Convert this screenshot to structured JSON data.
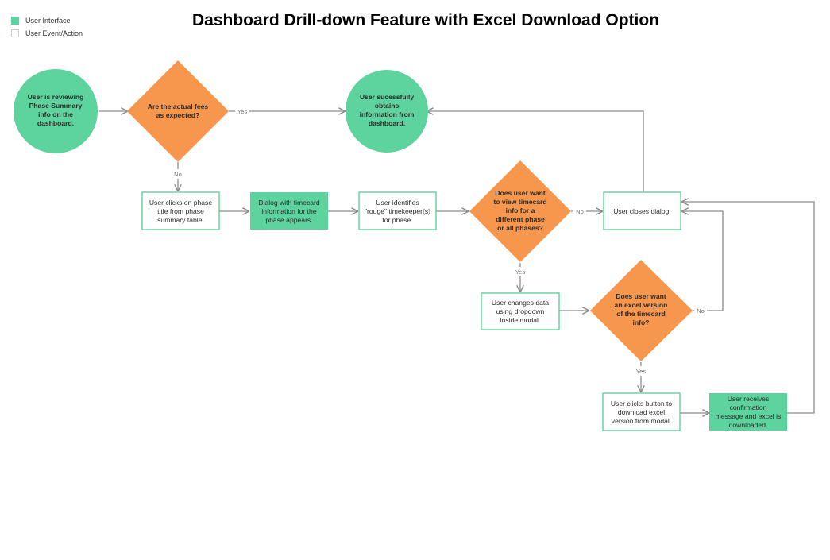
{
  "title": "Dashboard Drill-down Feature with Excel Download Option",
  "legend": [
    {
      "label": "User Interface",
      "style": "filled"
    },
    {
      "label": "User Event/Action",
      "style": "outline"
    }
  ],
  "colors": {
    "ui_green": "#5dd39e",
    "decision_orange": "#f6974d",
    "action_border": "#5dd39e",
    "edge": "#8d8d8d"
  },
  "nodes": {
    "start": {
      "type": "ui-circle",
      "lines": [
        "User is reviewing",
        "Phase Summary",
        "info on the",
        "dashboard."
      ]
    },
    "fees_decision": {
      "type": "decision",
      "lines": [
        "Are the actual fees",
        "as expected?"
      ]
    },
    "success": {
      "type": "ui-circle",
      "lines": [
        "User sucessfully",
        "obtains",
        "information from",
        "dashboard."
      ]
    },
    "click_phase": {
      "type": "action",
      "lines": [
        "User clicks on phase",
        "title from phase",
        "summary table."
      ]
    },
    "dialog_appears": {
      "type": "ui",
      "lines": [
        "Dialog with timecard",
        "information for the",
        "phase appears."
      ]
    },
    "identify_rogue": {
      "type": "action",
      "lines": [
        "User identifies",
        "\"rouge\" timekeeper(s)",
        "for phase."
      ]
    },
    "other_phase_decision": {
      "type": "decision",
      "lines": [
        "Does user want",
        "to view timecard",
        "info for a",
        "different phase",
        "or all phases?"
      ]
    },
    "close_dialog": {
      "type": "action",
      "lines": [
        "User closes dialog."
      ]
    },
    "change_data": {
      "type": "action",
      "lines": [
        "User changes data",
        "using dropdown",
        "inside modal."
      ]
    },
    "excel_decision": {
      "type": "decision",
      "lines": [
        "Does user want",
        "an excel version",
        "of the timecard",
        "info?"
      ]
    },
    "click_download": {
      "type": "action",
      "lines": [
        "User clicks button to",
        "download excel",
        "version from modal."
      ]
    },
    "confirmation": {
      "type": "ui",
      "lines": [
        "User receives",
        "confirmation",
        "message and excel is",
        "downloaded."
      ]
    }
  },
  "edge_labels": {
    "fees_yes": "Yes",
    "fees_no": "No",
    "phase_no": "No",
    "phase_yes": "Yes",
    "excel_no": "No",
    "excel_yes": "Yes"
  }
}
